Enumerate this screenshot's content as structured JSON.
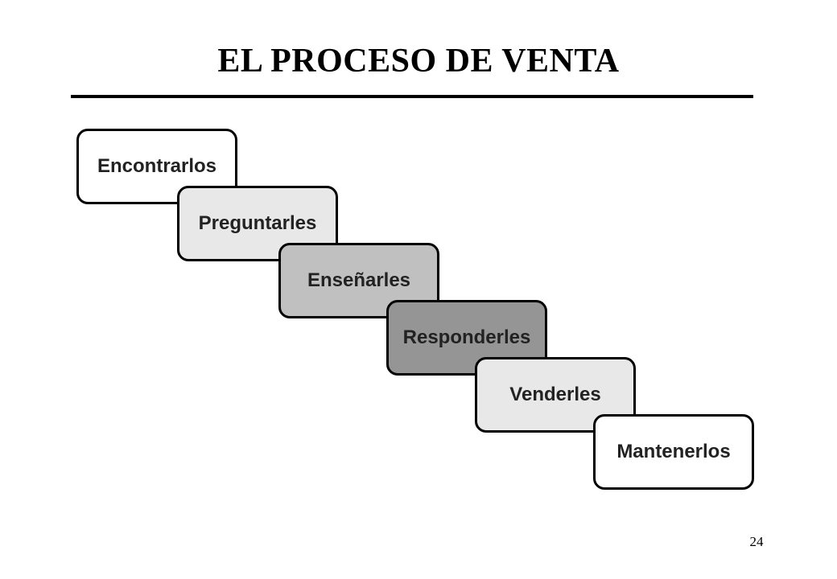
{
  "title": "EL PROCESO DE VENTA",
  "steps": [
    {
      "label": "Encontrarlos",
      "fill": "#ffffff"
    },
    {
      "label": "Preguntarles",
      "fill": "#e8e8e8"
    },
    {
      "label": "Enseñarles",
      "fill": "#c0c0c0"
    },
    {
      "label": "Responderles",
      "fill": "#959595"
    },
    {
      "label": "Venderles",
      "fill": "#e8e8e8"
    },
    {
      "label": "Mantenerlos",
      "fill": "#ffffff"
    }
  ],
  "page_number": "24"
}
